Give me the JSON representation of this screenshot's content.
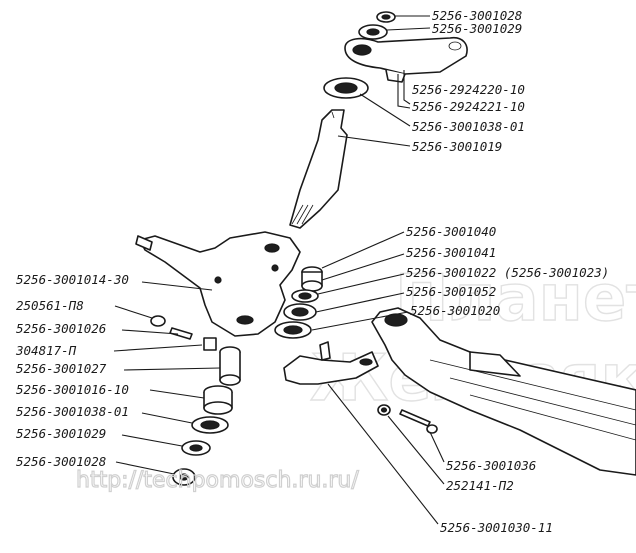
{
  "labels": {
    "p3001028_top": "5256-3001028",
    "p3001029_top": "5256-3001029",
    "p2924220": "5256-2924220-10",
    "p2924221": "5256-2924221-10",
    "p3001038_top": "5256-3001038-01",
    "p3001019": "5256-3001019",
    "p3001040": "5256-3001040",
    "p3001041": "5256-3001041",
    "p3001022": "5256-3001022 (5256-3001023)",
    "p3001052": "5256-3001052",
    "p3001020": "5256-3001020",
    "p3001014": "5256-3001014-30",
    "p250561": "250561-П8",
    "p3001026": "5256-3001026",
    "p304817": "304817-П",
    "p3001027": "5256-3001027",
    "p3001016": "5256-3001016-10",
    "p3001038_bot": "5256-3001038-01",
    "p3001029_bot": "5256-3001029",
    "p3001028_bot": "5256-3001028",
    "p3001036": "5256-3001036",
    "p252141": "252141-П2",
    "p3001030": "5256-3001030-11"
  },
  "watermark": {
    "url": "http://techpomosch.ru.ru/",
    "brand_line1": "Планет",
    "brand_line2": "Железяк"
  },
  "colors": {
    "ink": "#1a1a1a",
    "paper": "#ffffff",
    "watermark": "#d0d0d0"
  }
}
